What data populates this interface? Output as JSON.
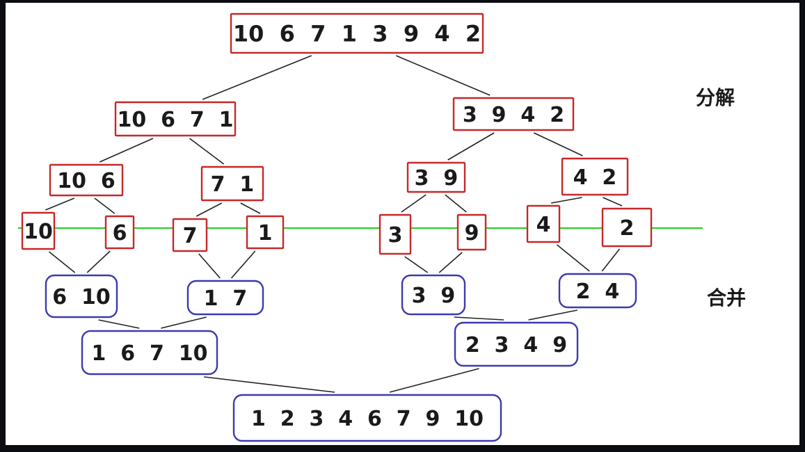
{
  "colors": {
    "split_border": "#c62828",
    "merge_border": "#3a3ab0",
    "divider_line": "#22cc22",
    "background": "#ffffff",
    "outer_frame": "#0b0d12"
  },
  "labels": {
    "split": "分解",
    "merge": "合并"
  },
  "nodes": [
    {
      "id": "s0",
      "kind": "split",
      "text": "10  6  7  1  3  9  4  2"
    },
    {
      "id": "s1",
      "kind": "split",
      "text": "10  6  7  1"
    },
    {
      "id": "s2",
      "kind": "split",
      "text": "3  9  4  2"
    },
    {
      "id": "s3",
      "kind": "split",
      "text": "10  6"
    },
    {
      "id": "s4",
      "kind": "split",
      "text": "7  1"
    },
    {
      "id": "s5",
      "kind": "split",
      "text": "3  9"
    },
    {
      "id": "s6",
      "kind": "split",
      "text": "4  2"
    },
    {
      "id": "l1",
      "kind": "split",
      "text": "10"
    },
    {
      "id": "l2",
      "kind": "split",
      "text": "6"
    },
    {
      "id": "l3",
      "kind": "split",
      "text": "7"
    },
    {
      "id": "l4",
      "kind": "split",
      "text": "1"
    },
    {
      "id": "l5",
      "kind": "split",
      "text": "3"
    },
    {
      "id": "l6",
      "kind": "split",
      "text": "9"
    },
    {
      "id": "l7",
      "kind": "split",
      "text": "4"
    },
    {
      "id": "l8",
      "kind": "split",
      "text": "2"
    },
    {
      "id": "m1",
      "kind": "merge",
      "text": "6  10"
    },
    {
      "id": "m2",
      "kind": "merge",
      "text": "1  7"
    },
    {
      "id": "m3",
      "kind": "merge",
      "text": "3  9"
    },
    {
      "id": "m4",
      "kind": "merge",
      "text": "2  4"
    },
    {
      "id": "m5",
      "kind": "merge",
      "text": "1  6  7  10"
    },
    {
      "id": "m6",
      "kind": "merge",
      "text": "2  3  4  9"
    },
    {
      "id": "m7",
      "kind": "merge",
      "text": "1  2  3  4  6  7  9  10"
    }
  ],
  "edges": [
    [
      "s0",
      "s1"
    ],
    [
      "s0",
      "s2"
    ],
    [
      "s1",
      "s3"
    ],
    [
      "s1",
      "s4"
    ],
    [
      "s2",
      "s5"
    ],
    [
      "s2",
      "s6"
    ],
    [
      "s3",
      "l1"
    ],
    [
      "s3",
      "l2"
    ],
    [
      "s4",
      "l3"
    ],
    [
      "s4",
      "l4"
    ],
    [
      "s5",
      "l5"
    ],
    [
      "s5",
      "l6"
    ],
    [
      "s6",
      "l7"
    ],
    [
      "s6",
      "l8"
    ],
    [
      "l1",
      "m1"
    ],
    [
      "l2",
      "m1"
    ],
    [
      "l3",
      "m2"
    ],
    [
      "l4",
      "m2"
    ],
    [
      "l5",
      "m3"
    ],
    [
      "l6",
      "m3"
    ],
    [
      "l7",
      "m4"
    ],
    [
      "l8",
      "m4"
    ],
    [
      "m1",
      "m5"
    ],
    [
      "m2",
      "m5"
    ],
    [
      "m3",
      "m6"
    ],
    [
      "m4",
      "m6"
    ],
    [
      "m5",
      "m7"
    ],
    [
      "m6",
      "m7"
    ]
  ]
}
